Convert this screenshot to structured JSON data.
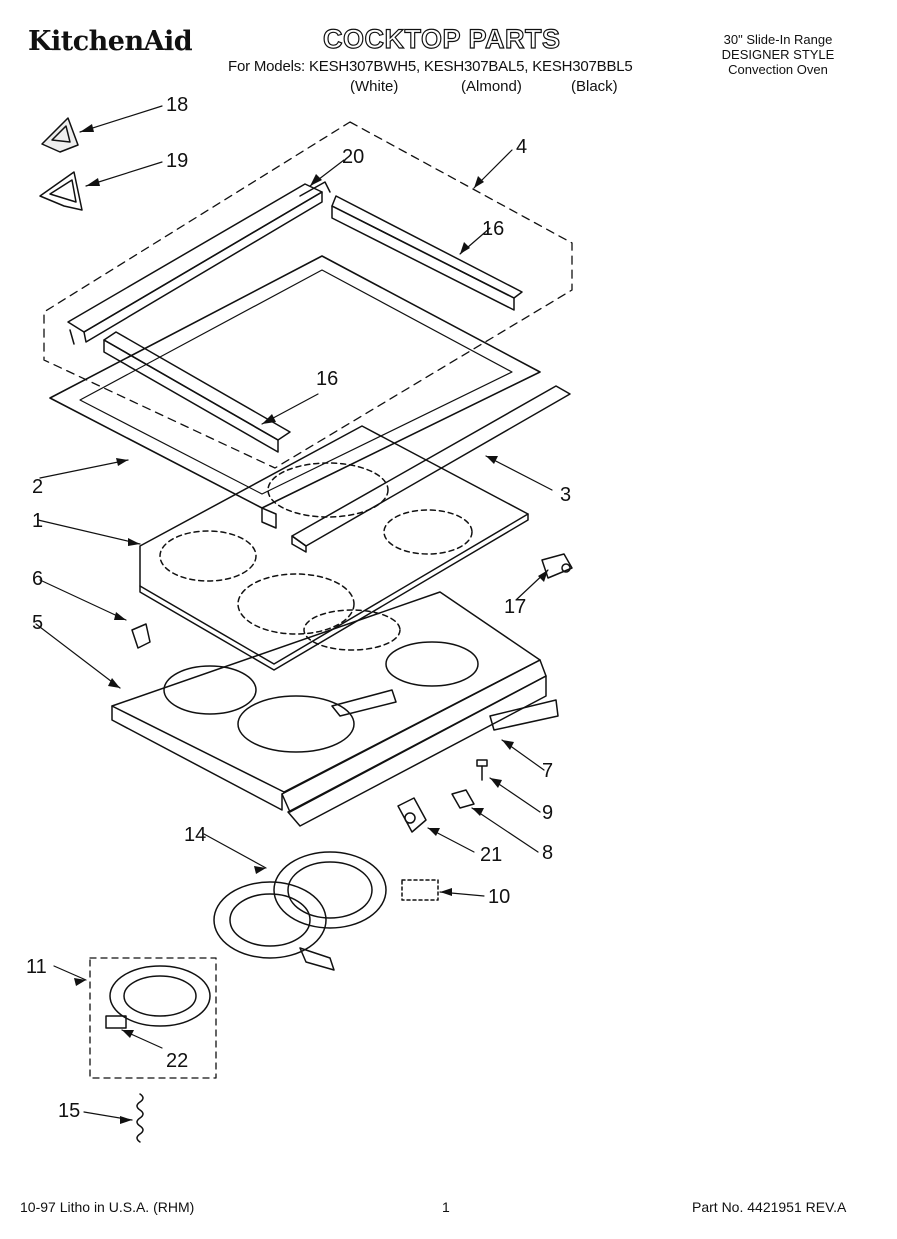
{
  "header": {
    "brand": "KitchenAid",
    "title": "COCKTOP PARTS",
    "models_line": "For Models: KESH307BWH5, KESH307BAL5, KESH307BBL5",
    "colors": [
      "(White)",
      "(Almond)",
      "(Black)"
    ],
    "range_type": "30\" Slide-In Range",
    "style": "DESIGNER STYLE",
    "oven": "Convection Oven"
  },
  "callouts": {
    "c1": "1",
    "c2": "2",
    "c3": "3",
    "c4": "4",
    "c5": "5",
    "c6": "6",
    "c7": "7",
    "c8": "8",
    "c9": "9",
    "c10": "10",
    "c11": "11",
    "c14": "14",
    "c15": "15",
    "c16a": "16",
    "c16b": "16",
    "c17": "17",
    "c18": "18",
    "c19": "19",
    "c20": "20",
    "c21": "21",
    "c22": "22"
  },
  "footer": {
    "litho": "10-97 Litho in U.S.A. (RHM)",
    "page": "1",
    "part_no": "Part No. 4421951 REV.A"
  }
}
